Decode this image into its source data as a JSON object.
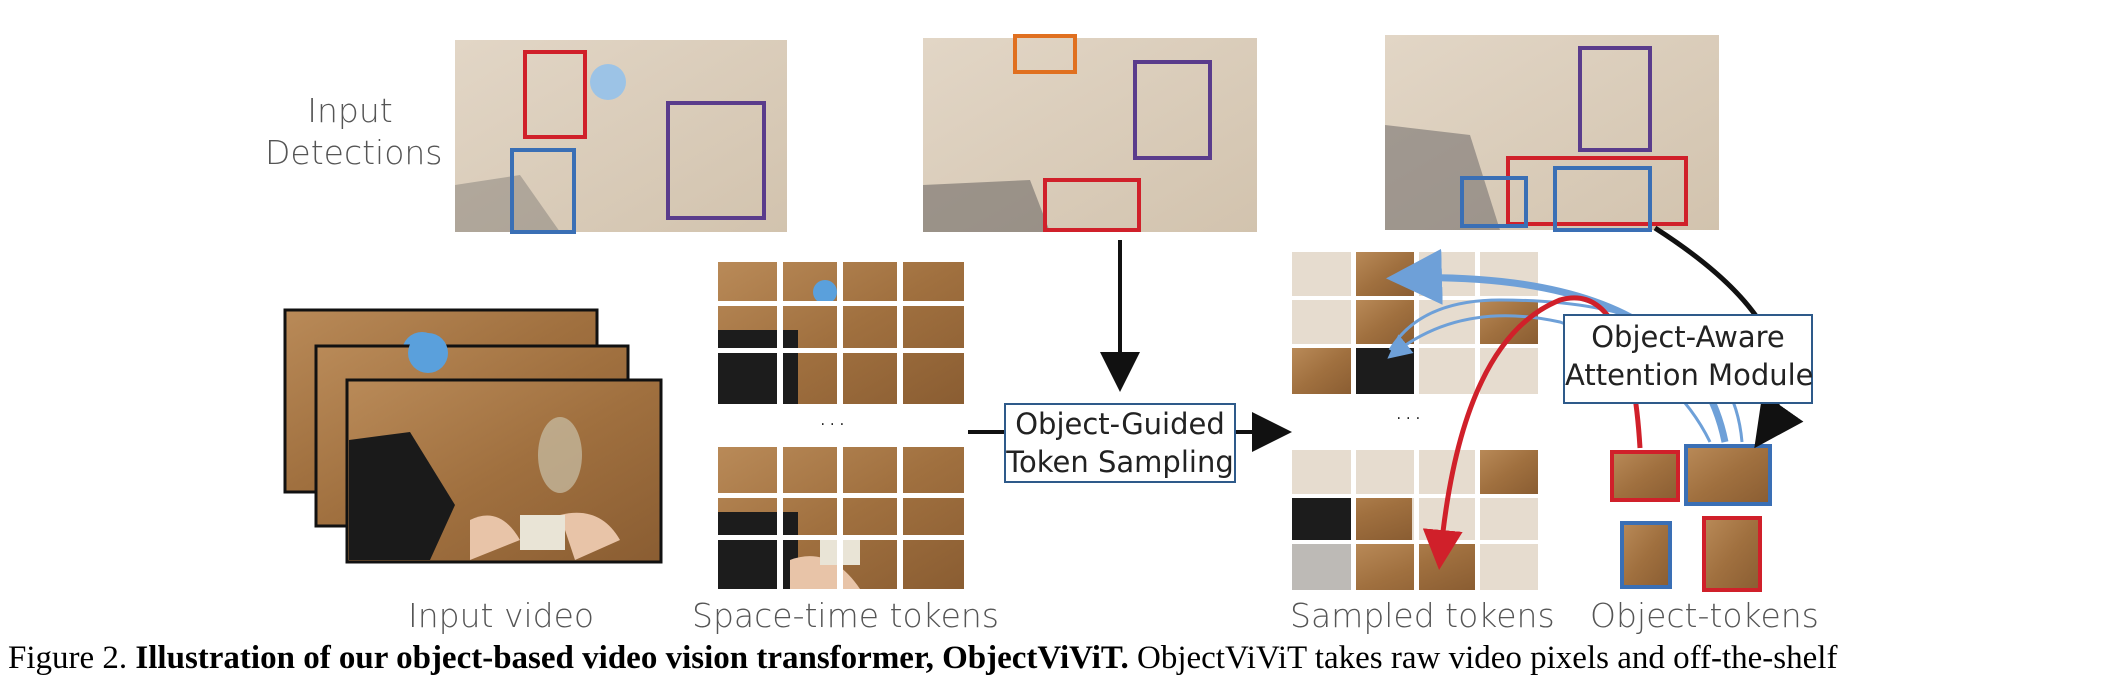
{
  "labels": {
    "input_detections_line1": "Input",
    "input_detections_line2": "Detections",
    "input_video": "Input video",
    "space_time_tokens": "Space-time tokens",
    "sampled_tokens": "Sampled tokens",
    "object_tokens": "Object-tokens",
    "ellipsis_left": "...",
    "ellipsis_right": "..."
  },
  "modules": {
    "sampling_line1": "Object-Guided",
    "sampling_line2": "Token Sampling",
    "attention_line1": "Object-Aware",
    "attention_line2": "Attention Module"
  },
  "caption": {
    "prefix": "Figure 2.",
    "bold": "Illustration of our object-based video vision transformer, ObjectViViT.",
    "rest": "ObjectViViT takes raw video pixels and off-the-shelf"
  },
  "colors": {
    "red_box": "#d0202a",
    "blue_box": "#3a6fb5",
    "purple_box": "#5a3c8c",
    "orange_box": "#e07020",
    "light_blue_arrow": "#6ea0d8",
    "module_border": "#2e5a8a",
    "wood": "#a87a4c",
    "faded_wood": "#d9cdbd"
  }
}
